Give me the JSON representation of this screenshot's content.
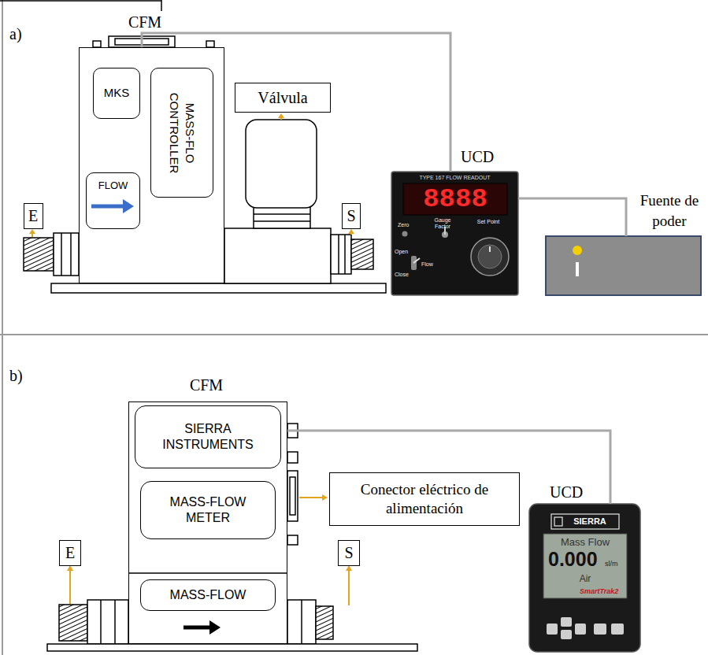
{
  "diagram": {
    "nodes": [
      {
        "text": [
          "CFM"
        ]
      },
      {
        "text": [
          "MKS"
        ],
        "in": 0
      },
      {
        "text": [
          "MASS-FLO CONTROLLER"
        ],
        "in": 0
      },
      {
        "text": [
          "FLOW"
        ],
        "in": 0
      },
      {
        "text": [
          "Válvula"
        ]
      },
      {
        "text": [
          "E"
        ]
      },
      {
        "text": [
          "S"
        ]
      },
      {
        "text": [
          "UCD",
          "TYPE 167 FLOW READOUT",
          "8888",
          "Zero",
          "Gauge Factor",
          "Set Point",
          "Open",
          "Flow",
          "Close"
        ]
      },
      {
        "text": [
          "Fuente de poder"
        ]
      },
      {
        "text": [
          "CFM"
        ]
      },
      {
        "text": [
          "SIERRA INSTRUMENTS"
        ],
        "in": 9
      },
      {
        "text": [
          "MASS-FLOW METER"
        ],
        "in": 9
      },
      {
        "text": [
          "MASS-FLOW"
        ],
        "in": 9
      },
      {
        "text": [
          "E"
        ]
      },
      {
        "text": [
          "S"
        ]
      },
      {
        "text": [
          "Conector eléctrico de alimentación"
        ]
      },
      {
        "text": [
          "UCD",
          "SIERRA",
          "Mass Flow",
          "0.000",
          "sl/m",
          "Air",
          "SmartTrak2"
        ]
      }
    ],
    "edges": [
      {
        "from": 0,
        "to": 7,
        "arrow": "none"
      },
      {
        "from": 7,
        "to": 8,
        "arrow": "none"
      },
      {
        "from": 9,
        "to": 16,
        "arrow": "none"
      }
    ],
    "labels": [
      "a)",
      "b)"
    ]
  }
}
